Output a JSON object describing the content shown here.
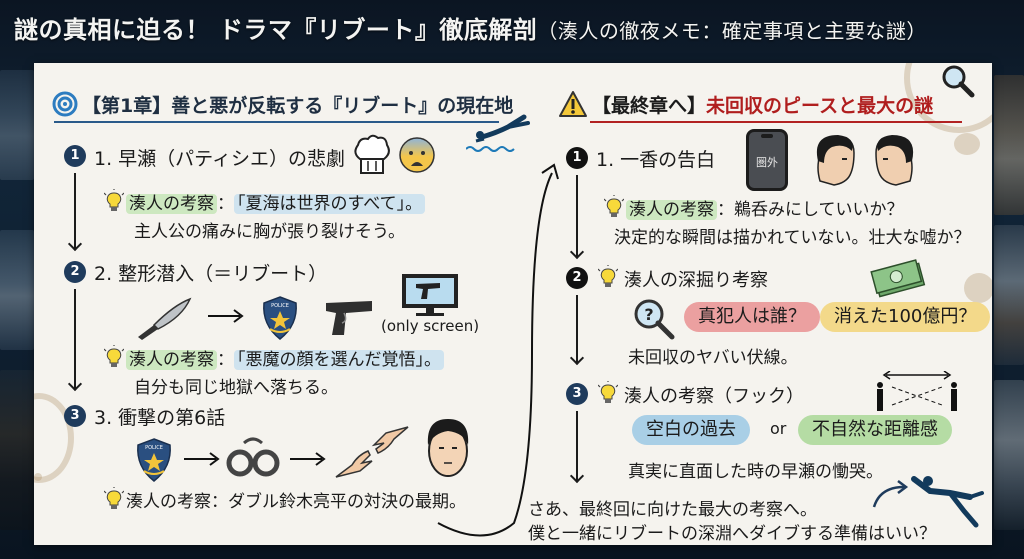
{
  "title": {
    "main": "謎の真相に迫る！ ドラマ『リブート』徹底解剖",
    "sub": "（湊人の徹夜メモ：確定事項と主要な謎）"
  },
  "colors": {
    "navy": "#1f3b5c",
    "left_section_line": "#2a5a8a",
    "right_section_line": "#b22222",
    "right_section_accent": "#b01e1e",
    "highlight_green": "#cde8c0",
    "highlight_blue": "#cfe3ef",
    "pill_red": "#eba0a0",
    "pill_yellow": "#f3d98a",
    "pill_blue": "#a9cfe6",
    "pill_green": "#b5dca4"
  },
  "left": {
    "section_icon": "spiral-icon",
    "section_title": "【第1章】善と悪が反転する『リブート』の現在地",
    "items": [
      {
        "number": "1",
        "heading": "1. 早瀬（パティシエ）の悲劇",
        "icons": [
          "chef-hat-icon",
          "anxious-face-icon"
        ],
        "insight_label": "湊人の考察",
        "insight_quote": "「夏海は世界のすべて」。",
        "note": "主人公の痛みに胸が張り裂けそう。"
      },
      {
        "number": "2",
        "heading": "2. 整形潜入（＝リブート）",
        "icons": [
          "knife-icon",
          "arrow-right-icon",
          "police-badge-icon",
          "pistol-icon",
          "monitor-pistol-icon"
        ],
        "icon_caption": "(only screen)",
        "insight_label": "湊人の考察",
        "insight_quote": "「悪魔の顔を選んだ覚悟」。",
        "note": "自分も同じ地獄へ落ちる。"
      },
      {
        "number": "3",
        "heading": "3. 衝撃の第6話",
        "icons": [
          "police-badge-icon",
          "arrow-right-icon",
          "handcuffs-icon",
          "arrow-right-icon",
          "reaching-hands-icon",
          "man-face-icon"
        ],
        "insight_label": "湊人の考察",
        "insight_text": "ダブル鈴木亮平の対決の最期。"
      }
    ],
    "badge_text": "POLICE"
  },
  "right": {
    "section_icon": "warning-icon",
    "section_title_prefix": "【最終章へ】",
    "section_title_accent": "未回収のピースと最大の謎",
    "items": [
      {
        "number": "1",
        "heading": "1. 一香の告白",
        "phone_text": "圏外",
        "insight_label": "湊人の考察",
        "insight_text": "鵜呑みにしていいか？",
        "note": "決定的な瞬間は描かれていない。壮大な嘘か？"
      },
      {
        "number": "2",
        "heading": "湊人の深掘り考察",
        "pills": [
          "真犯人は誰？",
          "消えた100億円？"
        ],
        "note": "未回収のヤバい伏線。"
      },
      {
        "number": "3",
        "heading": "湊人の考察（フック）",
        "pills": [
          "空白の過去",
          "不自然な距離感"
        ],
        "pill_joiner": "or",
        "note": "真実に直面した時の早瀬の慟哭。"
      }
    ],
    "closing": [
      "さあ、最終回に向けた最大の考察へ。",
      "僕と一緒にリブートの深淵へダイブする準備はいい？"
    ]
  }
}
